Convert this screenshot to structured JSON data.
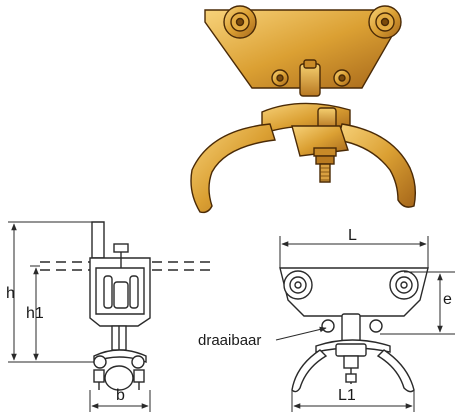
{
  "labels": {
    "h": "h",
    "h1": "h1",
    "b": "b",
    "L": "L",
    "L1": "L1",
    "e": "e",
    "rotatable_note": "draaibaar"
  },
  "colors": {
    "brass_light": "#f3c35a",
    "brass": "#d99a2b",
    "brass_dark": "#9c5f12",
    "outline": "#2a2a2a",
    "line_gray": "#3a3a3a"
  }
}
